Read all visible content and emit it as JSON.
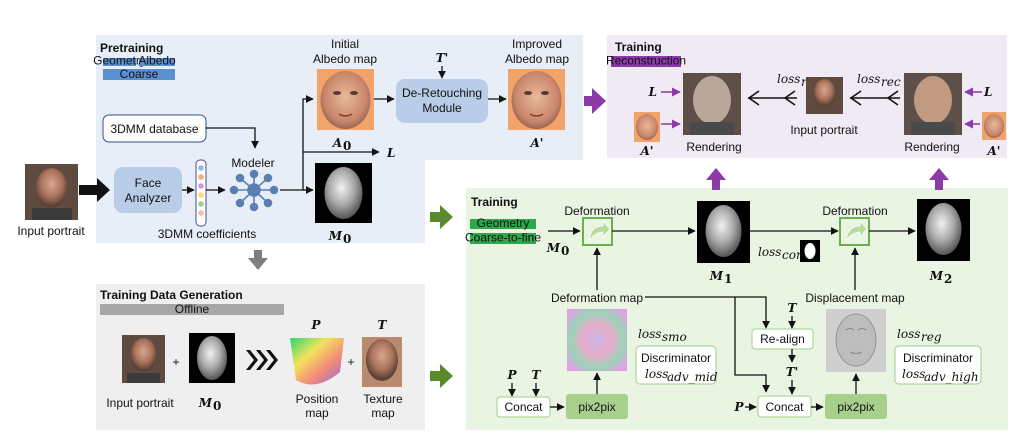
{
  "colors": {
    "pretrain_bg": "#e8eef8",
    "pretrain_title": "#2f80d0",
    "datagen_bg": "#efefef",
    "datagen_title": "#7f7f7f",
    "train_green_bg": "#eaf4e2",
    "train_green_title": "#3aa339",
    "train_purple_bg": "#efeaf4",
    "train_purple_title": "#7b2fa0",
    "module_fill": "#b9cde8",
    "green_tag": "#2ea84a",
    "purple_tag": "#8b3aa8",
    "arrow_purple": "#8b3aa8",
    "arrow_green": "#5a8a2e",
    "arrow_gray": "#7f7f7f",
    "pix2pix_fill": "#a8d08d",
    "red_symbol": "#e00000"
  },
  "pretraining": {
    "title": "Pretraining",
    "tag_geometry": "Geometry",
    "tag_albedo": "Albedo",
    "tag_coarse": "Coarse",
    "db_label": "3DMM database",
    "face_analyzer": [
      "Face",
      "Analyzer"
    ],
    "modeler": "Modeler",
    "coefficients": "3DMM coefficients",
    "initial_albedo": [
      "Initial",
      "Albedo map"
    ],
    "improved_albedo": [
      "Improved",
      "Albedo map"
    ],
    "deretouch": [
      "De-Retouching",
      "Module"
    ],
    "t_prime": "T'",
    "a0": "A",
    "a0_sub": "0",
    "a_prime": "A'",
    "L": "L",
    "m0": "M",
    "m0_sub": "0"
  },
  "input_portrait": "Input portrait",
  "datagen": {
    "title": "Training Data Generation",
    "tag_offline": "Offline",
    "input_portrait": "Input portrait",
    "m0": "M",
    "m0_sub": "0",
    "P": "P",
    "T": "T",
    "position_map": [
      "Position",
      "map"
    ],
    "texture_map": [
      "Texture",
      "map"
    ],
    "plus": "+"
  },
  "train_geometry": {
    "title": "Training",
    "tag_geometry": "Geometry",
    "tag_c2f": "Coarse-to-fine",
    "deformation": "Deformation",
    "m0": "M",
    "m0_sub": "0",
    "m1": "M",
    "m1_sub": "1",
    "m2": "M",
    "m2_sub": "2",
    "loss_con": "loss",
    "loss_con_sub": "con",
    "deformation_map": "Deformation map",
    "displacement_map": "Displacement map",
    "loss_smo": "loss",
    "loss_smo_sub": "smo",
    "loss_reg": "loss",
    "loss_reg_sub": "reg",
    "discriminator": "Discriminator",
    "loss_adv_mid": "loss",
    "loss_adv_mid_sub": "adv_mid",
    "loss_adv_high": "loss",
    "loss_adv_high_sub": "adv_high",
    "concat": "Concat",
    "pix2pix": "pix2pix",
    "realign": "Re-align",
    "P": "P",
    "T": "T",
    "t_prime": "T'"
  },
  "train_recon": {
    "title": "Training",
    "tag_recon": "Reconstruction",
    "loss_rec": "loss",
    "loss_rec_sub": "rec",
    "L": "L",
    "a_prime": "A'",
    "rendering": "Rendering",
    "input_portrait": "Input portrait"
  }
}
